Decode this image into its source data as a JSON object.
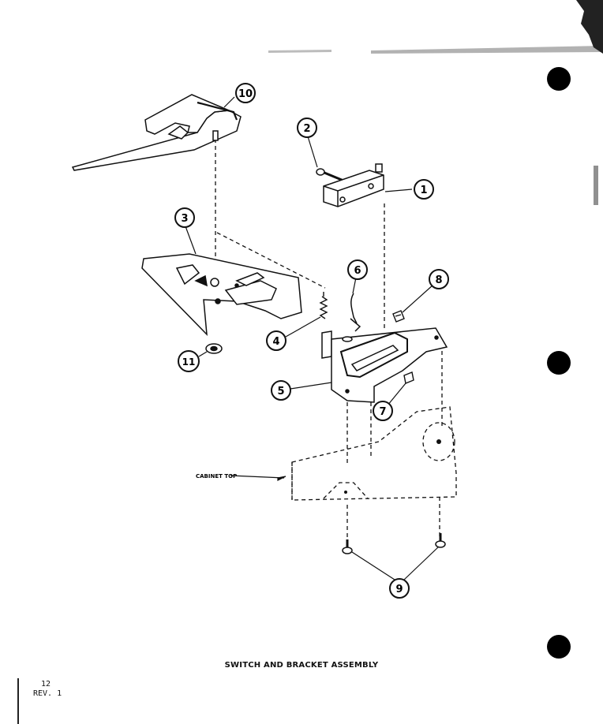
{
  "caption": "SWITCH AND BRACKET ASSEMBLY",
  "page_number": "12",
  "revision": "REV. 1",
  "cabinet_label": "CABINET TOP",
  "callouts": [
    "1",
    "2",
    "3",
    "4",
    "5",
    "6",
    "7",
    "8",
    "9",
    "10",
    "11"
  ],
  "colors": {
    "ink": "#111111",
    "paper": "#ffffff"
  }
}
